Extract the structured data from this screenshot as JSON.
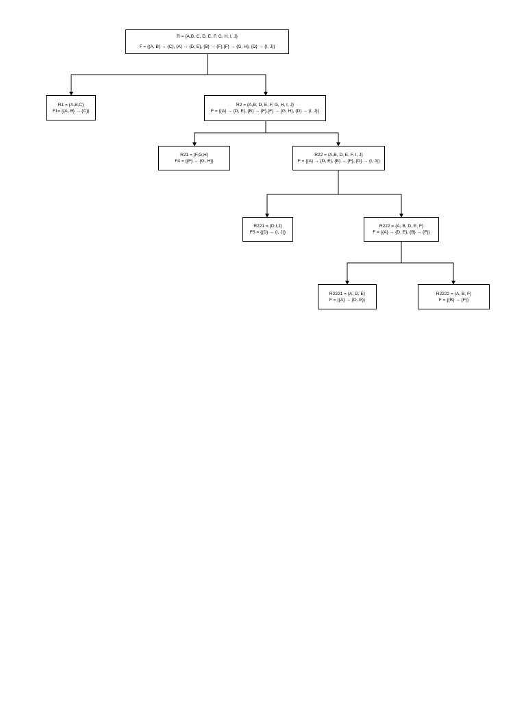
{
  "nodes": {
    "root": {
      "line1": "R = {A,B, C, D, E, F, G, H, I, J}",
      "line2": "F = {{A, B} → {C}, {A} → {D, E}, {B} → {F},{F} → {G, H}, {D} → {I, J}}"
    },
    "r1": {
      "line1": "R1 = {A,B,C}",
      "line2": "F1= {{A, B} → {C}}"
    },
    "r2": {
      "line1": "R2 = {A,B, D, E, F, G, H, I, J}",
      "line2": "F = {{A} → {D, E}, {B} → {F},{F} → {G, H}, {D} → {I, J}}"
    },
    "r21": {
      "line1": "R21 = {F,G,H}",
      "line2": "F4 = {{F} → {G, H}}"
    },
    "r22": {
      "line1": "R22 = {A,B, D, E, F, I, J}",
      "line2": "F = {{A} → {D, E}, {B} → {F}, {D} → {I, J}}"
    },
    "r221": {
      "line1": "R221 = {D,I,J}",
      "line2": "F5 = {{D} → {I, J}}"
    },
    "r222": {
      "line1": "R222 = {A, B, D, E, F}",
      "line2": "F = {{A} → {D, E}, {B} → {F}}"
    },
    "r2221": {
      "line1": "R2221 = {A, D, E}",
      "line2": "F = {{A} → {D, E}}"
    },
    "r2222": {
      "line1": "R2222 = {A, B, F}",
      "line2": "F = {{B} → {F}}"
    }
  }
}
